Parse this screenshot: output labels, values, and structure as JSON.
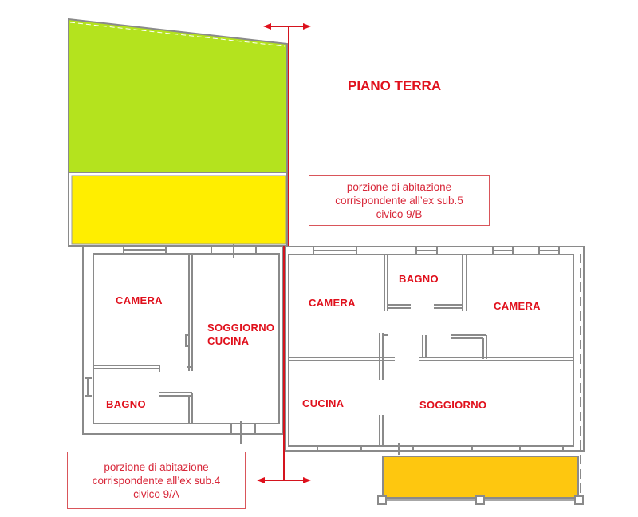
{
  "title": "PIANO TERRA",
  "colors": {
    "label": "#e0101c",
    "green_area": "#b4e31e",
    "yellow_area": "#ffee00",
    "orange_area": "#fec70f",
    "walls": "#8a8a8a",
    "divider_line": "#d4141e"
  },
  "notes": {
    "sub5": {
      "line1": "porzione di abitazione",
      "line2": "corrispondente all’ex sub.5",
      "line3": "civico 9/B"
    },
    "sub4": {
      "line1": "porzione di abitazione",
      "line2": "corrispondente all’ex sub.4",
      "line3": "civico 9/A"
    }
  },
  "rooms": {
    "left": {
      "camera": "CAMERA",
      "soggiorno": "SOGGIORNO",
      "cucina": "CUCINA",
      "bagno": "BAGNO"
    },
    "right": {
      "camera_1": "CAMERA",
      "bagno": "BAGNO",
      "camera_2": "CAMERA",
      "cucina": "CUCINA",
      "soggiorno": "SOGGIORNO"
    }
  }
}
